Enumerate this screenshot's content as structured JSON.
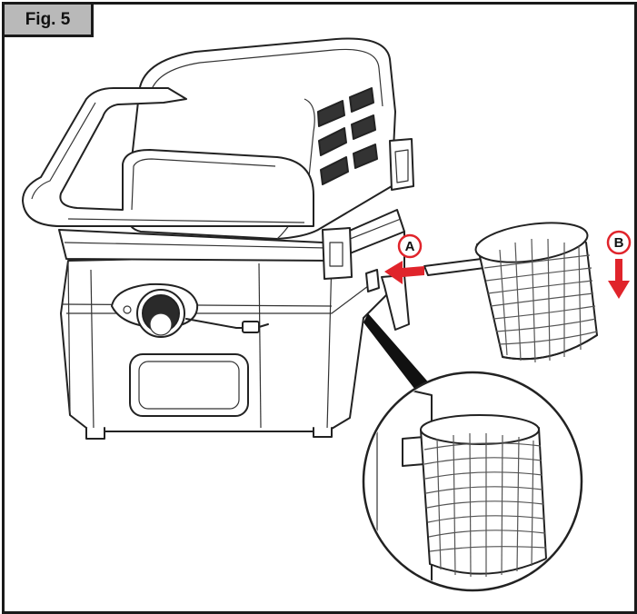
{
  "figure": {
    "label": "Fig. 5"
  },
  "callouts": {
    "a": "A",
    "b": "B"
  },
  "colors": {
    "frame": "#1a1a1a",
    "label_bg": "#b9b9b9",
    "arrow": "#e0242b",
    "callout_ring": "#e0242b"
  },
  "icons": {
    "arrow_a": "arrow-left",
    "arrow_b": "arrow-down"
  }
}
